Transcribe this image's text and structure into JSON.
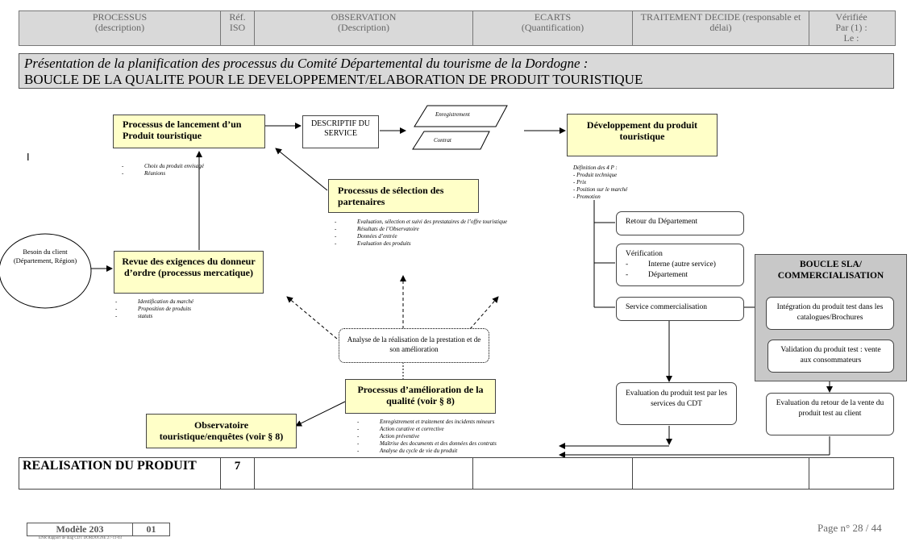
{
  "header": {
    "columns": [
      {
        "line1": "PROCESSUS",
        "line2": "(description)"
      },
      {
        "line1": "Réf.",
        "line2": "ISO"
      },
      {
        "line1": "OBSERVATION",
        "line2": "(Description)"
      },
      {
        "line1": "ECARTS",
        "line2": "(Quantification)"
      },
      {
        "line1": "TRAITEMENT DECIDE (responsable et",
        "line2": "délai)"
      },
      {
        "line1": "Vérifiée",
        "line2": "Par (1) :",
        "line3": "Le :"
      }
    ]
  },
  "title": {
    "line1": "Présentation de la planification des processus du Comité Départemental du tourisme de la Dordogne :",
    "line2": "BOUCLE DE LA QUALITE POUR LE DEVELOPPEMENT/ELABORATION DE PRODUIT TOURISTIQUE"
  },
  "diagram": {
    "launch_process": "Processus de lancement d’un Produit touristique",
    "launch_bullets": [
      "Choix du produit envisagé",
      "Réunions"
    ],
    "service_desc": "DESCRIPTIF DU SERVICE",
    "registration": "Enregistrement",
    "contract": "Contrat",
    "development": "Développement du produit touristique",
    "four_p_title": "Définition des 4 P :",
    "four_p_items": [
      "- Produit technique",
      "- Prix",
      "- Position sur le marché",
      "- Promotion"
    ],
    "partner_selection": "Processus de sélection des partenaires",
    "partner_bullets": [
      "Evaluation, sélection et suivi des prestataires de l’offre touristique",
      "Résultats de l’Observatoire",
      "Données d’entrée",
      "Evaluation des produits"
    ],
    "client_need": "Besoin du client (Département, Région)",
    "requirements_review": "Revue des exigences du donneur d’ordre (processus mercatique)",
    "requirements_bullets": [
      "Identification du marché",
      "Proposition de produits",
      "statuts"
    ],
    "analysis": "Analyse de la réalisation  de la prestation et de son amélioration",
    "improvement": "Processus d’amélioration de la qualité (voir § 8)",
    "improvement_bullets": [
      "Enregistrement et traitement des incidents mineurs",
      "Action curative et corrective",
      "Action préventive",
      "Maîtrise des documents et des données des contrats",
      "Analyse du cycle de vie du produit"
    ],
    "observatory": "Observatoire touristique/enquêtes (voir § 8)",
    "dept_return": "Retour du Département",
    "verification_title": "Vérification",
    "verification_items": [
      "Interne (autre service)",
      "Département"
    ],
    "commercial_service": "Service commercialisation",
    "sla_title": "BOUCLE SLA/ COMMERCIALISATION",
    "catalog_integration": "Intégration du produit test dans les catalogues/Brochures",
    "validation": "Validation du produit test : vente aux consommateurs",
    "cdt_eval": "Evaluation du produit test par les  services du CDT",
    "client_return_eval": "Evaluation du retour de la vente du produit test au client",
    "stray_mark": "I"
  },
  "bottom": {
    "label": "REALISATION DU PRODUIT",
    "ref": "7"
  },
  "footer": {
    "model_label": "Modèle 203",
    "model_number": "01",
    "small_text": "ENR Rapport de diag CDT  DORDOGNE    27-11-03",
    "page": "Page n° 28 / 44"
  }
}
